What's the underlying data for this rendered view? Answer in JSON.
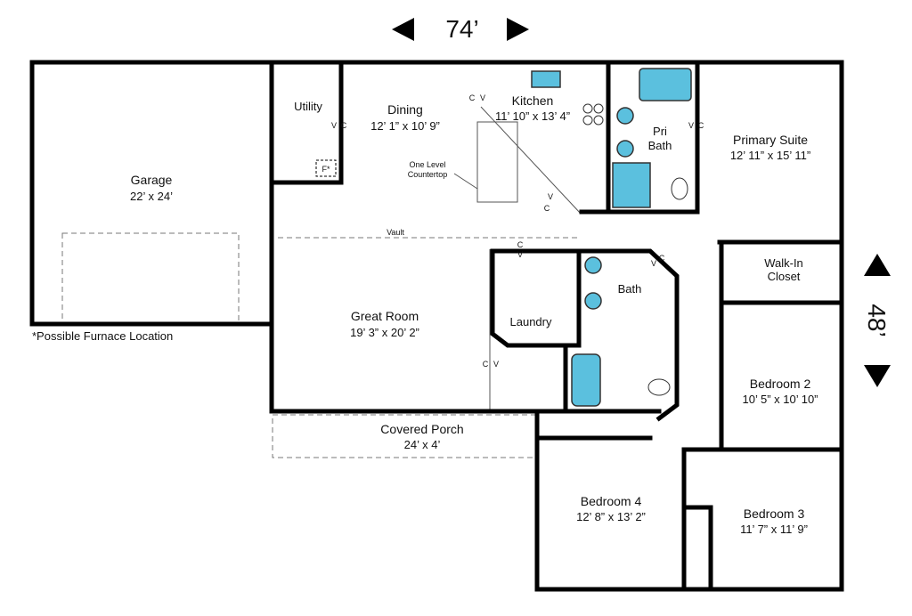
{
  "dimensions": {
    "width_label": "74’",
    "depth_label": "48’",
    "arrow_left": "left-arrow-icon",
    "arrow_right": "right-arrow-icon",
    "arrow_up": "up-arrow-icon",
    "arrow_down": "down-arrow-icon"
  },
  "rooms": {
    "garage": {
      "name": "Garage",
      "size": "22’ x 24’"
    },
    "utility": {
      "name": "Utility"
    },
    "dining": {
      "name": "Dining",
      "size": "12’ 1” x 10’ 9”"
    },
    "kitchen": {
      "name": "Kitchen",
      "size": "11’ 10” x 13’ 4”"
    },
    "pri_bath": {
      "line1": "Pri",
      "line2": "Bath"
    },
    "primary_suite": {
      "name": "Primary Suite",
      "size": "12’ 11” x 15’ 11”"
    },
    "walk_in": {
      "line1": "Walk-In",
      "line2": "Closet"
    },
    "great_room": {
      "name": "Great Room",
      "size": "19’ 3” x 20’ 2”"
    },
    "laundry": {
      "name": "Laundry"
    },
    "bath": {
      "name": "Bath"
    },
    "bedroom2": {
      "name": "Bedroom 2",
      "size": "10’ 5” x 10’ 10”"
    },
    "bedroom3": {
      "name": "Bedroom 3",
      "size": "11’ 7” x 11’ 9”"
    },
    "bedroom4": {
      "name": "Bedroom 4",
      "size": "12’ 8” x 13’ 2”"
    },
    "porch": {
      "name": "Covered Porch",
      "size": "24’ x 4’"
    }
  },
  "annotations": {
    "furnace_note": "*Possible Furnace Location",
    "furnace_marker": "F*",
    "countertop_1": "One Level",
    "countertop_2": "Countertop",
    "vault": "Vault",
    "v": "V",
    "c": "C"
  },
  "colors": {
    "walls": "#000000",
    "fixtures": "#5bc0de",
    "dashed": "#777777"
  }
}
